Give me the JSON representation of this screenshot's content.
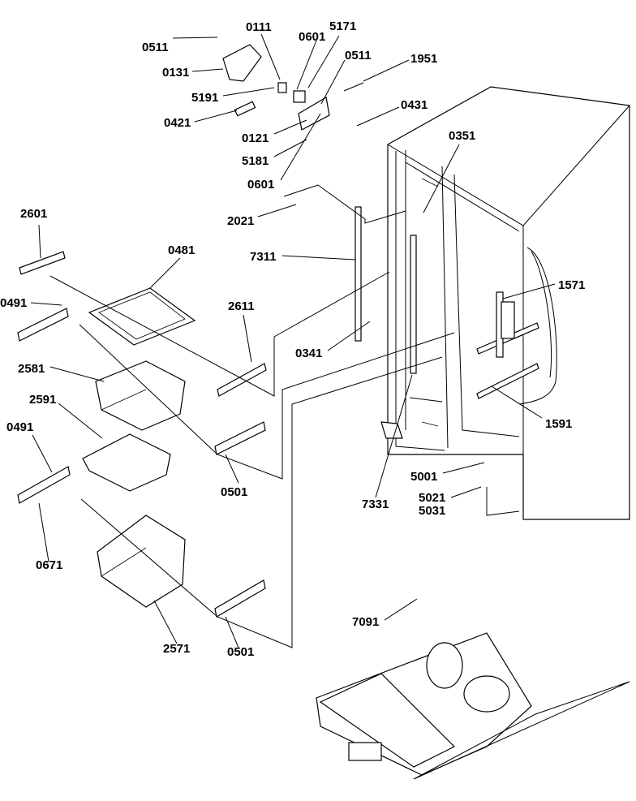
{
  "parts": {
    "p0511a": "0511",
    "p0131": "0131",
    "p0111": "0111",
    "p0601a": "0601",
    "p5171": "5171",
    "p0511b": "0511",
    "p1951": "1951",
    "p5191": "5191",
    "p0421": "0421",
    "p0121": "0121",
    "p0431": "0431",
    "p5181": "5181",
    "p0601b": "0601",
    "p0351": "0351",
    "p2021": "2021",
    "p2601": "2601",
    "p0481": "0481",
    "p7311": "7311",
    "p1571": "1571",
    "p0491a": "0491",
    "p2611": "2611",
    "p0341": "0341",
    "p2581": "2581",
    "p2591": "2591",
    "p1591": "1591",
    "p0491b": "0491",
    "p0501a": "0501",
    "p5001": "5001",
    "p7331": "7331",
    "p5021": "5021",
    "p5031": "5031",
    "p0671": "0671",
    "p7091": "7091",
    "p2571": "2571",
    "p0501b": "0501"
  }
}
